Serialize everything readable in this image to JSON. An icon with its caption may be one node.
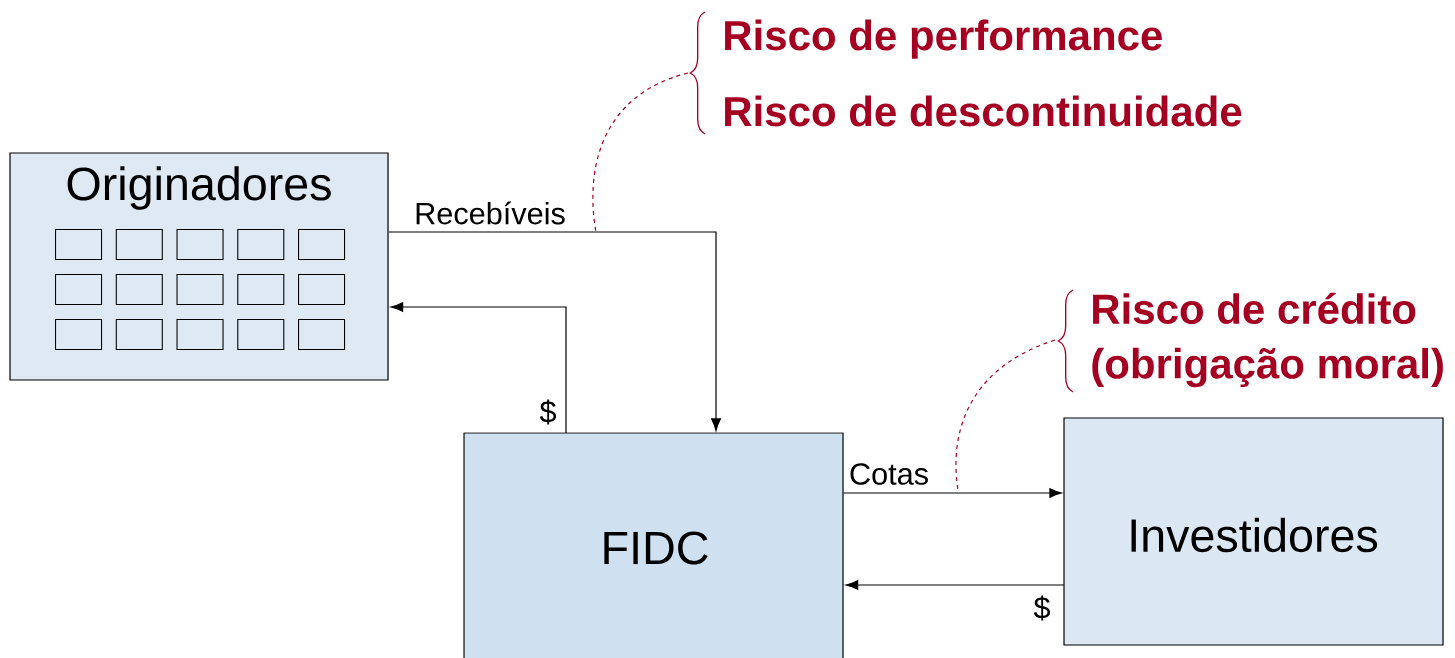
{
  "diagram": {
    "nodes": [
      {
        "text": [
          "Originadores"
        ]
      },
      {
        "text": [],
        "shape": "box",
        "in": 0
      },
      {
        "text": [],
        "shape": "box",
        "in": 0
      },
      {
        "text": [],
        "shape": "box",
        "in": 0
      },
      {
        "text": [],
        "shape": "box",
        "in": 0
      },
      {
        "text": [],
        "shape": "box",
        "in": 0
      },
      {
        "text": [],
        "shape": "box",
        "in": 0
      },
      {
        "text": [],
        "shape": "box",
        "in": 0
      },
      {
        "text": [],
        "shape": "box",
        "in": 0
      },
      {
        "text": [],
        "shape": "box",
        "in": 0
      },
      {
        "text": [],
        "shape": "box",
        "in": 0
      },
      {
        "text": [],
        "shape": "box",
        "in": 0
      },
      {
        "text": [],
        "shape": "box",
        "in": 0
      },
      {
        "text": [],
        "shape": "box",
        "in": 0
      },
      {
        "text": [],
        "shape": "box",
        "in": 0
      },
      {
        "text": [],
        "shape": "box",
        "in": 0
      },
      {
        "text": [
          "FIDC"
        ]
      },
      {
        "text": [
          "Investidores"
        ]
      },
      {
        "text": [
          "Risco de performance",
          "Risco de descontinuidade"
        ]
      },
      {
        "text": [
          "Risco de crédito (obrigação moral)"
        ]
      }
    ],
    "edges": [
      {
        "from": 0,
        "to": 16,
        "arrow": "to",
        "label": "Recebíveis"
      },
      {
        "from": 16,
        "to": 0,
        "arrow": "to",
        "label": "$"
      },
      {
        "from": 16,
        "to": 17,
        "arrow": "to",
        "label": "Cotas"
      },
      {
        "from": 17,
        "to": 16,
        "arrow": "to",
        "label": "$"
      },
      {
        "from": 18,
        "to": null,
        "arrow": "none",
        "style": "dashed",
        "color": "#a50021"
      },
      {
        "from": 19,
        "to": null,
        "arrow": "none",
        "style": "dashed",
        "color": "#a50021"
      }
    ]
  }
}
